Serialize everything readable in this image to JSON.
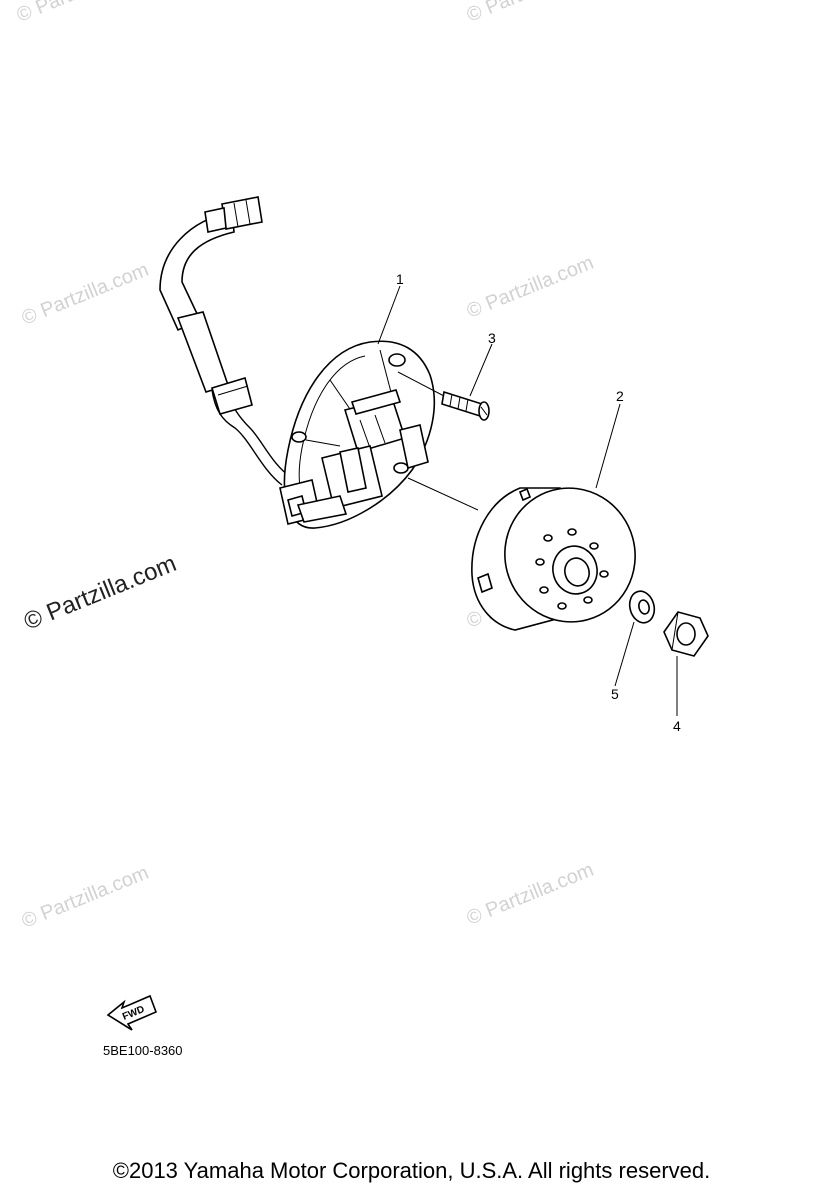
{
  "watermark": {
    "text": "© Partzilla.com"
  },
  "callouts": [
    {
      "label": "1",
      "part": "stator-assembly"
    },
    {
      "label": "2",
      "part": "rotor-flywheel"
    },
    {
      "label": "3",
      "part": "screw"
    },
    {
      "label": "4",
      "part": "nut"
    },
    {
      "label": "5",
      "part": "washer"
    }
  ],
  "fwd_label": "FWD",
  "diagram_code": "5BE100-8360",
  "copyright": "©2013 Yamaha Motor Corporation, U.S.A. All rights reserved."
}
